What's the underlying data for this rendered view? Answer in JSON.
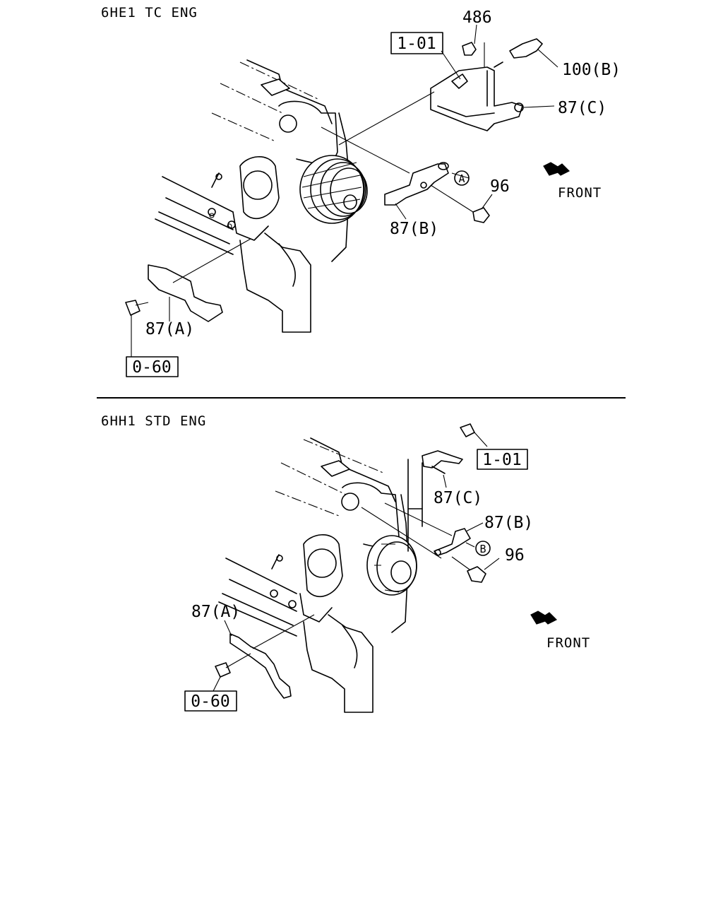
{
  "sections": [
    {
      "title": "6HE1 TC ENG",
      "front_label": "FRONT",
      "labels": {
        "p486": "486",
        "p100b": "100(B)",
        "p87c": "87(C)",
        "p96": "96",
        "p87b": "87(B)",
        "p87a": "87(A)"
      },
      "refs": {
        "r101": "1-01",
        "r060": "0-60"
      },
      "marker": "A"
    },
    {
      "title": "6HH1 STD ENG",
      "front_label": "FRONT",
      "labels": {
        "p87c": "87(C)",
        "p87b": "87(B)",
        "p96": "96",
        "p87a": "87(A)"
      },
      "refs": {
        "r101": "1-01",
        "r060": "0-60"
      },
      "marker": "B"
    }
  ]
}
